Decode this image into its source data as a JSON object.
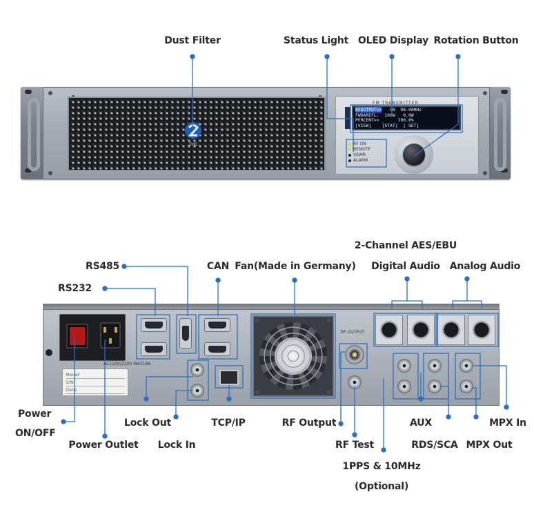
{
  "labels": {
    "dust_filter": "Dust Filter",
    "status_light": "Status Light",
    "oled_display": "OLED Display",
    "rotation_button": "Rotation Button",
    "rs485": "RS485",
    "rs232": "RS232",
    "can": "CAN",
    "fan": "Fan(Made in Germany)",
    "aes_ebu_line1": "2-Channel AES/EBU",
    "aes_ebu_line2": "Digital Audio",
    "analog_audio": "Analog Audio",
    "power_line1": "Power",
    "power_line2": "ON/OFF",
    "power_outlet": "Power Outlet",
    "lock_out": "Lock Out",
    "lock_in": "Lock In",
    "tcp_ip": "TCP/IP",
    "rf_output": "RF Output",
    "rf_test": "RF Test",
    "pps_line1": "1PPS & 10MHz",
    "pps_line2": "(Optional)",
    "aux": "AUX",
    "rds_sca": "RDS/SCA",
    "mpx_out": "MPX Out",
    "mpx_in": "MPX In"
  },
  "front": {
    "oled_title": "FM TRANSMITTER",
    "oled_rows": [
      {
        "sel": "RFOUTPUT>>",
        "rest": "   ON  98.00MHz"
      },
      {
        "sel": "",
        "rest": "FWDAREFL:  100W   0.0W"
      },
      {
        "sel": "",
        "rest": "PERCENT>>       100.0%"
      },
      {
        "sel": "",
        "rest": "[VIEW]    [STAT]  [ SET]"
      }
    ],
    "status_items": [
      "RF ON",
      "REMOTE",
      "VSWR",
      "ALARM"
    ],
    "logo_text": "ZHC"
  },
  "rear": {
    "model_label": "Model:",
    "sn_label": "S/N:",
    "date_label": "Date:",
    "rf_output_print": "RF OUTPUT",
    "power_print": "AC110V/220V MAX16A"
  },
  "colors": {
    "callout": "#2b6fc2",
    "label_text": "#2a2a2a",
    "led_on": "#d8e024",
    "led_off": "#222222"
  }
}
